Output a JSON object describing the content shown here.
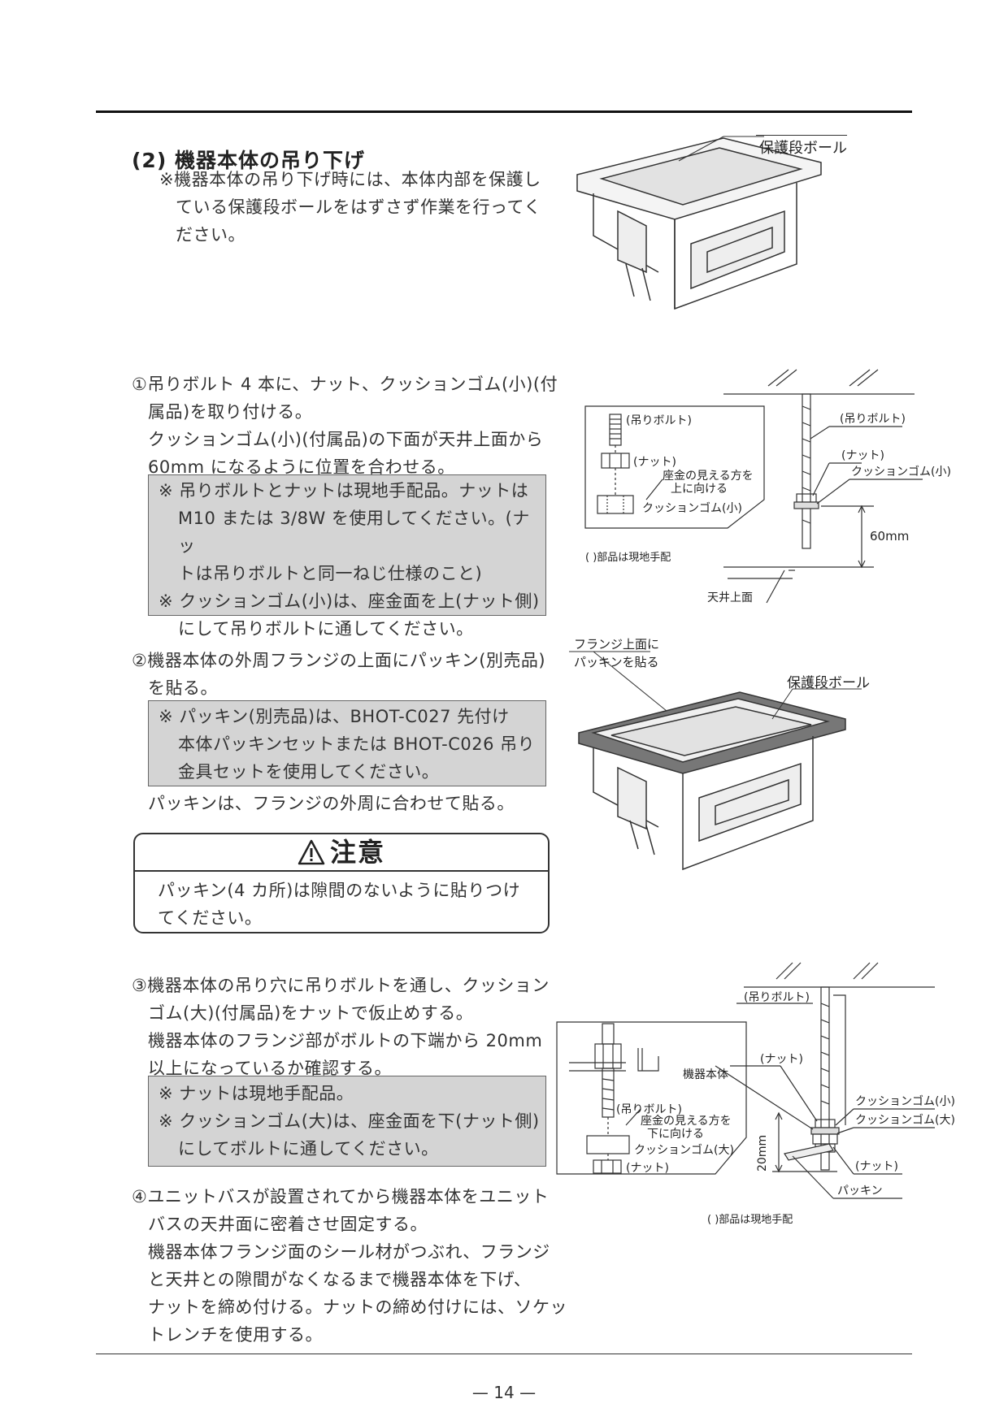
{
  "section": {
    "title": "(2) 機器本体の吊り下げ"
  },
  "intro": {
    "lines": [
      "※機器本体の吊り下げ時には、本体内部を保護し",
      "ている保護段ボールをはずさず作業を行ってく",
      "ださい。"
    ]
  },
  "step1": {
    "lines": [
      "①吊りボルト 4 本に、ナット、クッションゴム(小)(付",
      "属品)を取り付ける。",
      "クッションゴム(小)(付属品)の下面が天井上面から",
      "60mm になるように位置を合わせる。"
    ],
    "note_lines": [
      "※ 吊りボルトとナットは現地手配品。ナットは",
      "M10 または 3/8W を使用してください。(ナッ",
      "トは吊りボルトと同一ねじ仕様のこと)",
      "※ クッションゴム(小)は、座金面を上(ナット側)",
      "にして吊りボルトに通してください。"
    ]
  },
  "step2": {
    "lines": [
      "②機器本体の外周フランジの上面にパッキン(別売品)",
      "を貼る。"
    ],
    "note_lines": [
      "※ パッキン(別売品)は、BHOT-C027 先付け",
      "本体パッキンセットまたは BHOT-C026 吊り",
      "金具セットを使用してください。"
    ],
    "after": "パッキンは、フランジの外周に合わせて貼る。"
  },
  "caution": {
    "title": "注意",
    "lines": [
      "パッキン(4 カ所)は隙間のないように貼りつけ",
      "てください。"
    ]
  },
  "step3": {
    "lines": [
      "③機器本体の吊り穴に吊りボルトを通し、クッション",
      "ゴム(大)(付属品)をナットで仮止めする。",
      "機器本体のフランジ部がボルトの下端から 20mm",
      "以上になっているか確認する。"
    ],
    "note_lines": [
      "※ ナットは現地手配品。",
      "※ クッションゴム(大)は、座金面を下(ナット側)",
      "にしてボルトに通してください。"
    ]
  },
  "step4": {
    "lines": [
      "④ユニットバスが設置されてから機器本体をユニット",
      "バスの天井面に密着させ固定する。",
      "機器本体フランジ面のシール材がつぶれ、フランジ",
      "と天井との隙間がなくなるまで機器本体を下げ、",
      "ナットを締め付ける。ナットの締め付けには、ソケッ",
      "トレンチを使用する。"
    ]
  },
  "fig1": {
    "label": "保護段ボール"
  },
  "fig2": {
    "bolt": "(吊りボルト)",
    "nut": "(ナット)",
    "orient_1": "座金の見える方を",
    "orient_2": "上に向ける",
    "cushion": "クッションゴム(小)",
    "local": "(  )部品は現地手配",
    "bolt_r": "(吊りボルト)",
    "nut_r": "(ナット)",
    "cushion_r": "クッションゴム(小)",
    "dim": "60mm",
    "ceiling": "天井上面"
  },
  "fig3": {
    "flange_1": "フランジ上面に",
    "flange_2": "パッキンを貼る",
    "label": "保護段ボール"
  },
  "fig4": {
    "bolt": "(吊りボルト)",
    "orient_1": "座金の見える方を",
    "orient_2": "下に向ける",
    "cushion": "クッションゴム(大)",
    "nut": "(ナット)",
    "body": "機器本体",
    "bolt_r": "(吊りボルト)",
    "nut_r": "(ナット)",
    "cushion_s": "クッションゴム(小)",
    "cushion_l": "クッションゴム(大)",
    "dim": "20mm",
    "nut_b": "(ナット)",
    "packing": "パッキン",
    "local": "(  )部品は現地手配"
  },
  "footer": {
    "page": "— 14 —"
  }
}
